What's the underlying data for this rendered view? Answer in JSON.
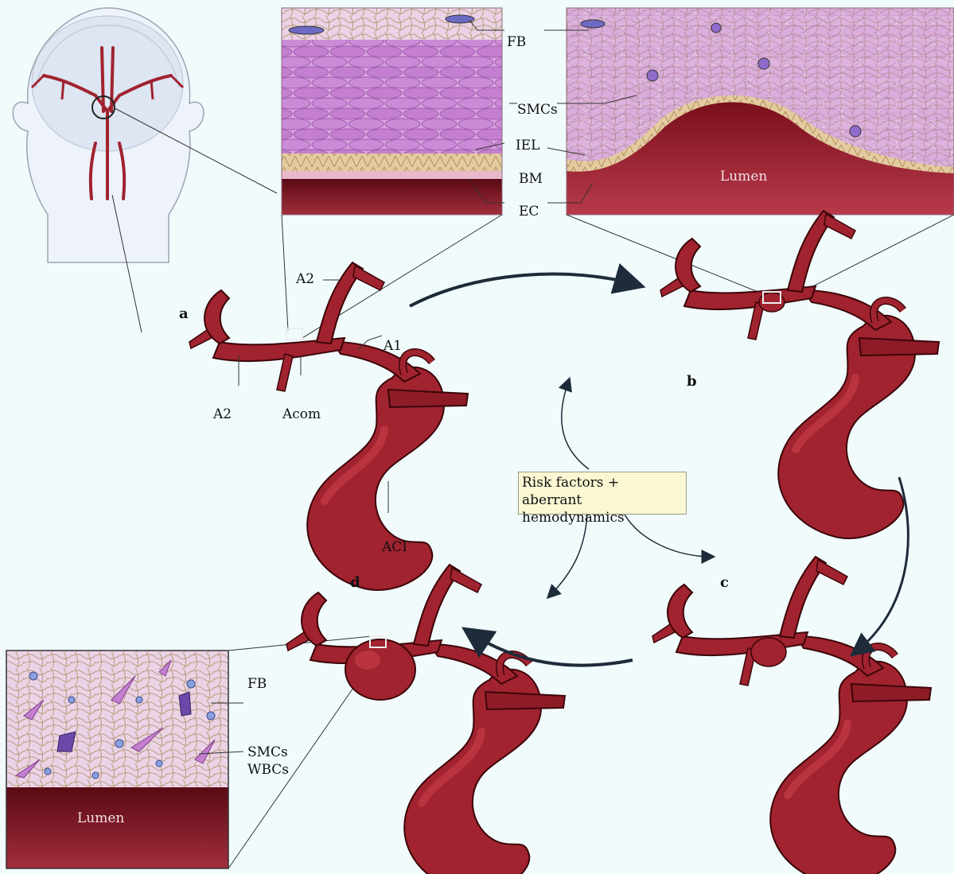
{
  "labels": {
    "FB": "FB",
    "SMCs": "SMCs",
    "IEL": "IEL",
    "BM": "BM",
    "EC": "EC",
    "lumen": "Lumen",
    "A2": "A2",
    "A1": "A1",
    "Acom": "Acom",
    "ACI": "ACI",
    "WBCs": "WBCs"
  },
  "panels": {
    "a": "a",
    "b": "b",
    "c": "c",
    "d": "d"
  },
  "risk_box": {
    "line1": "Risk factors + aberrant",
    "line2": "hemodynamics"
  },
  "colors": {
    "background": "#f1fbfc",
    "vessel": "#a0232f",
    "vessel_dark": "#6e1019",
    "vessel_light": "#c9404c",
    "smc": "#c98bd4",
    "lumen": "#8c1422",
    "elastic_lamina": "#d8b98a",
    "risk_box": "#fbf7d3"
  }
}
